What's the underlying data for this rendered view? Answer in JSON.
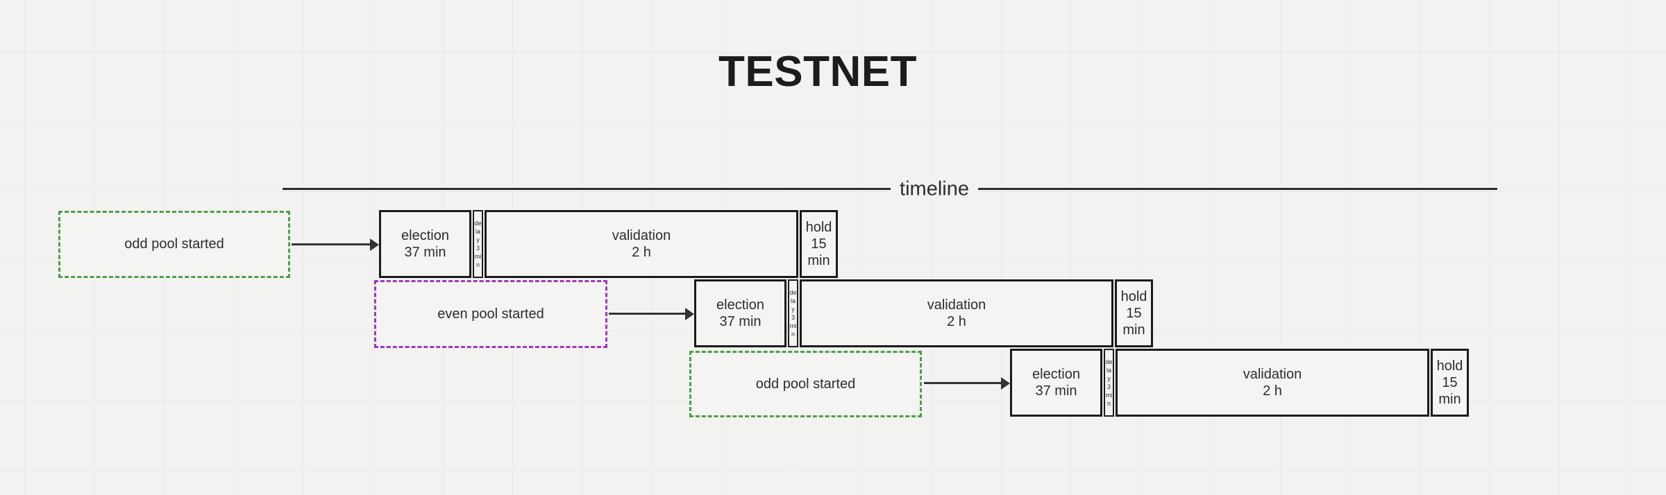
{
  "title": "TESTNET",
  "timeline": {
    "label": "timeline"
  },
  "colors": {
    "odd_pool_green": "#4d9e4d",
    "even_pool_purple": "#9d38bd",
    "box_border": "#1a1a1a",
    "arrow": "#333333",
    "background": "#f2f2f0"
  },
  "rows": [
    {
      "pool": {
        "label": "odd pool started",
        "variant": "odd-green"
      },
      "election": {
        "label": "election\n37 min"
      },
      "delay": {
        "label": "delay 3 min"
      },
      "validation": {
        "label": "validation\n2 h"
      },
      "hold": {
        "label": "hold\n15\nmin"
      }
    },
    {
      "pool": {
        "label": "even pool started",
        "variant": "even-purple"
      },
      "election": {
        "label": "election\n37 min"
      },
      "delay": {
        "label": "delay 3 min"
      },
      "validation": {
        "label": "validation\n2 h"
      },
      "hold": {
        "label": "hold\n15\nmin"
      }
    },
    {
      "pool": {
        "label": "odd pool started",
        "variant": "odd-green"
      },
      "election": {
        "label": "election\n37 min"
      },
      "delay": {
        "label": "delay 3 min"
      },
      "validation": {
        "label": "validation\n2 h"
      },
      "hold": {
        "label": "hold\n15\nmin"
      }
    }
  ]
}
